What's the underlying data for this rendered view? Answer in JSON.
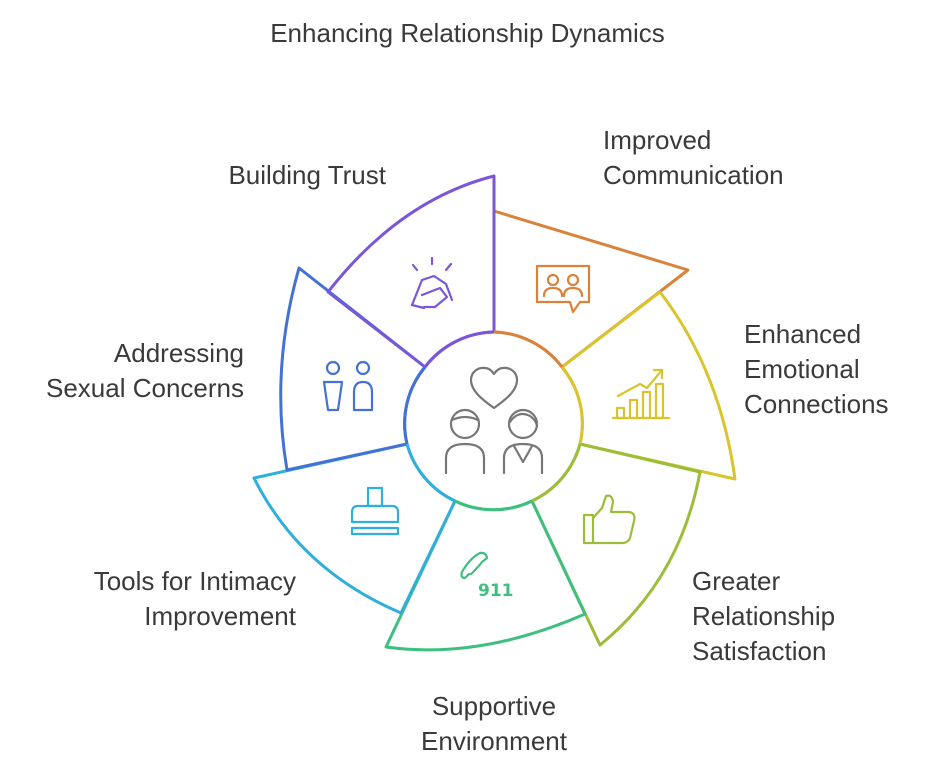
{
  "title": "Enhancing Relationship Dynamics",
  "center": {
    "icon": "couple-with-heart-icon"
  },
  "segments": [
    {
      "id": "communication",
      "lines": [
        "Improved",
        "Communication"
      ],
      "color": "#D9823B",
      "icon": "conversation-icon"
    },
    {
      "id": "emotional",
      "lines": [
        "Enhanced",
        "Emotional",
        "Connections"
      ],
      "color": "#D9C52B",
      "icon": "growth-chart-icon"
    },
    {
      "id": "satisfaction",
      "lines": [
        "Greater",
        "Relationship",
        "Satisfaction"
      ],
      "color": "#9CBD3A",
      "icon": "thumbs-up-icon"
    },
    {
      "id": "supportive",
      "lines": [
        "Supportive",
        "Environment"
      ],
      "color": "#3FBF7F",
      "icon": "phone-911-icon",
      "icon_text": "911"
    },
    {
      "id": "tools",
      "lines": [
        "Tools for Intimacy",
        "Improvement"
      ],
      "color": "#2FAFD9",
      "icon": "stamp-icon"
    },
    {
      "id": "sexual",
      "lines": [
        "Addressing",
        "Sexual Concerns"
      ],
      "color": "#4472D4",
      "icon": "restroom-icon"
    },
    {
      "id": "trust",
      "lines": [
        "Building Trust"
      ],
      "color": "#7A56D8",
      "icon": "handshake-icon"
    }
  ]
}
